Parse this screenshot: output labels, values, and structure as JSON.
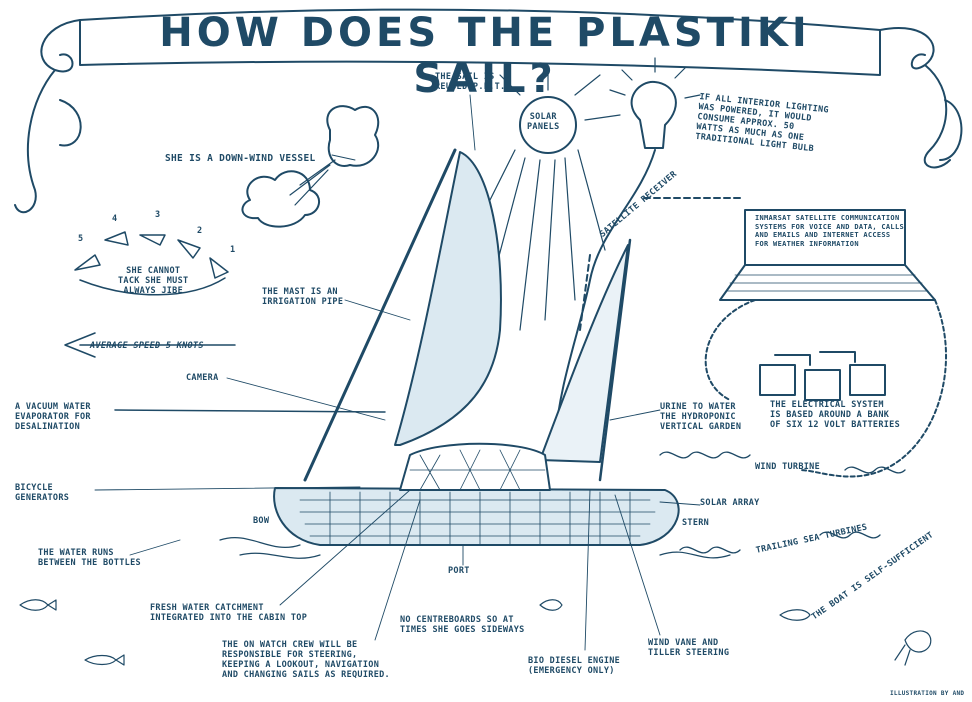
{
  "title": "HOW DOES THE PLASTIKI SAIL?",
  "labels": {
    "sail": "THE SAIL IS\nREUSED P.E.T.",
    "solar_panels": "SOLAR\nPANELS",
    "lighting": "IF ALL INTERIOR LIGHTING\nWAS POWERED, IT WOULD\nCONSUME APPROX. 50\nWATTS AS MUCH AS ONE\nTRADITIONAL LIGHT BULB",
    "downwind": "SHE IS A DOWN-WIND VESSEL",
    "satellite": "SATELLITE RECEIVER",
    "inmarsat": "INMARSAT SATELLITE COMMUNICATION\nSYSTEMS FOR VOICE AND DATA, CALLS\nAND EMAILS AND INTERNET ACCESS\nFOR WEATHER INFORMATION",
    "jibe": "SHE CANNOT\nTACK SHE MUST\nALWAYS JIBE",
    "mast": "THE MAST IS AN\nIRRIGATION PIPE",
    "speed": "AVERAGE SPEED 5 KNOTS",
    "camera": "CAMERA",
    "evaporator": "A VACUUM WATER\nEVAPORATOR FOR\nDESALINATION",
    "electrical": "THE ELECTRICAL SYSTEM\nIS BASED AROUND A BANK\nOF SIX 12 VOLT BATTERIES",
    "urine": "URINE TO WATER\nTHE HYDROPONIC\nVERTICAL GARDEN",
    "wind_turbine": "WIND TURBINE",
    "bicycle": "BICYCLE\nGENERATORS",
    "solar_array": "SOLAR ARRAY",
    "bow": "BOW",
    "stern": "STERN",
    "trailing": "TRAILING SEA TURBINES",
    "water_runs": "THE WATER RUNS\nBETWEEN THE BOTTLES",
    "port": "PORT",
    "self_sufficient": "THE BOAT IS SELF-SUFFICIENT",
    "fresh_water": "FRESH WATER CATCHMENT\nINTEGRATED INTO THE CABIN TOP",
    "centreboards": "NO CENTREBOARDS SO AT\nTIMES SHE GOES SIDEWAYS",
    "crew": "THE ON WATCH CREW WILL BE\nRESPONSIBLE FOR STEERING,\nKEEPING A LOOKOUT, NAVIGATION\nAND CHANGING SAILS AS REQUIRED.",
    "wind_vane": "WIND VANE AND\nTILLER STEERING",
    "bio_diesel": "BIO DIESEL ENGINE\n(EMERGENCY ONLY)",
    "credit": "ILLUSTRATION BY AND",
    "jibe_numbers": [
      "5",
      "4",
      "3",
      "2",
      "1"
    ]
  },
  "colors": {
    "ink": "#1f4a66",
    "paper": "#ffffff",
    "fill": "#dbe9f1"
  }
}
